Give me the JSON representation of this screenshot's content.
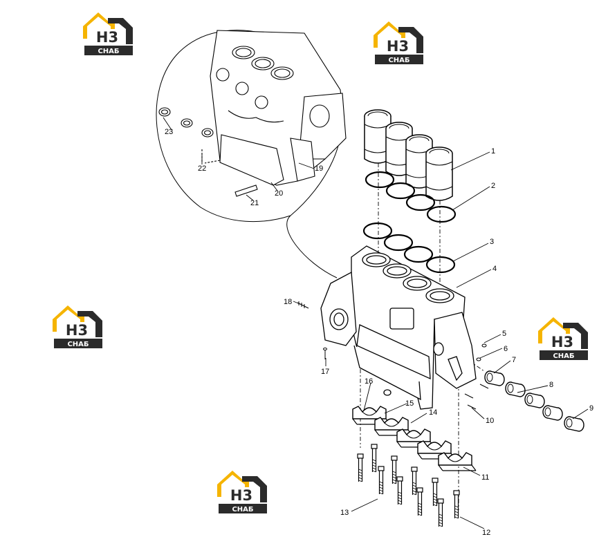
{
  "logo": {
    "main_text": "H3",
    "sub_text": "CHAБ",
    "accent_color": "#f5b400",
    "dark_color": "#2b2b2b"
  },
  "part_labels": [
    "1",
    "2",
    "3",
    "4",
    "5",
    "6",
    "7",
    "8",
    "9",
    "10",
    "11",
    "12",
    "13",
    "14",
    "15",
    "16",
    "17",
    "18",
    "19",
    "20",
    "21",
    "22",
    "23"
  ]
}
